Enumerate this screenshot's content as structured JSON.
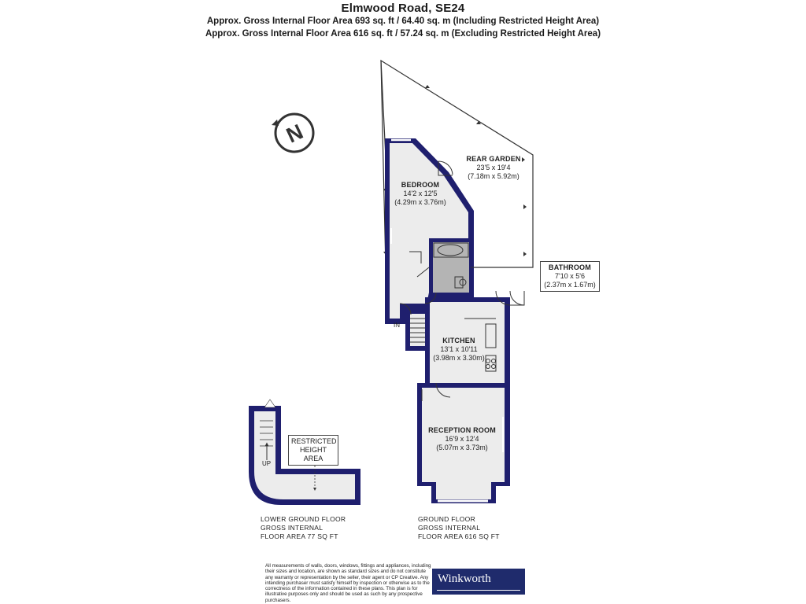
{
  "header": {
    "title": "Elmwood Road, SE24",
    "area_including": "Approx. Gross Internal Floor Area 693 sq. ft / 64.40 sq. m (Including Restricted Height Area)",
    "area_excluding": "Approx. Gross Internal Floor Area 616 sq. ft / 57.24 sq. m (Excluding Restricted Height Area)"
  },
  "compass": {
    "letter": "N",
    "icon": "north-arrow-icon"
  },
  "rooms": {
    "rear_garden": {
      "name": "REAR GARDEN",
      "dims_imperial": "23'5 x 19'4",
      "dims_metric": "(7.18m x 5.92m)"
    },
    "bedroom": {
      "name": "BEDROOM",
      "dims_imperial": "14'2 x 12'5",
      "dims_metric": "(4.29m x 3.76m)"
    },
    "bathroom": {
      "name": "BATHROOM",
      "dims_imperial": "7'10 x 5'6",
      "dims_metric": "(2.37m x 1.67m)"
    },
    "kitchen": {
      "name": "KITCHEN",
      "dims_imperial": "13'1 x 10'11",
      "dims_metric": "(3.98m x 3.30m)"
    },
    "reception": {
      "name": "RECEPTION ROOM",
      "dims_imperial": "16'9 x 12'4",
      "dims_metric": "(5.07m x 3.73m)"
    },
    "restricted": {
      "line1": "RESTRICTED",
      "line2": "HEIGHT",
      "line3": "AREA"
    }
  },
  "markers": {
    "entrance": "IN",
    "stairs_up": "UP"
  },
  "floors": {
    "lower": {
      "line1": "LOWER GROUND FLOOR",
      "line2": "GROSS INTERNAL",
      "line3": "FLOOR AREA 77 SQ FT"
    },
    "ground": {
      "line1": "GROUND FLOOR",
      "line2": "GROSS INTERNAL",
      "line3": "FLOOR AREA 616 SQ FT"
    }
  },
  "disclaimer": "All measurements of walls, doors, windows, fittings and appliances, including their sizes and location, are shown as standard sizes and do not constitute any warranty or representation by the seller, their agent or CP Creative. Any intending purchaser must satisfy himself by inspection or otherwise as to the correctness of the information contained in these plans. This plan is for illustrative purposes only and should be used as such by any prospective purchasers.",
  "brand": {
    "name": "Winkworth"
  },
  "colors": {
    "wall": "#1f1f6e",
    "floor": "#ececec",
    "bathroom": "#b4b4b4",
    "brand_bg": "#1f2b6c"
  }
}
